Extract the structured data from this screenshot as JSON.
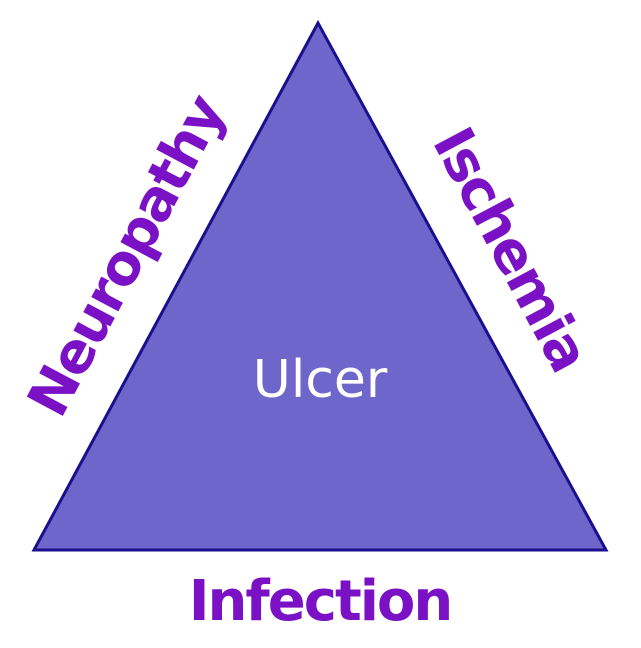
{
  "diagram": {
    "center_label": "Ulcer",
    "sides": {
      "left": "Neuropathy",
      "right": "Ischemia",
      "bottom": "Infection"
    },
    "colors": {
      "triangle_fill": "#6e66cb",
      "triangle_stroke": "#1a0f8c",
      "label_color": "#7a11c4",
      "center_text_color": "#ffffff",
      "background": "#ffffff"
    }
  }
}
